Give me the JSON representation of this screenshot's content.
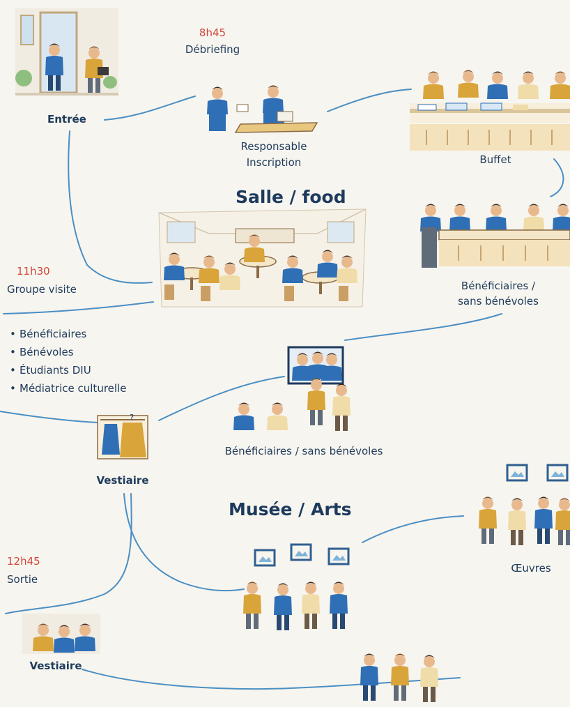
{
  "nodes": {
    "entree": "Entrée",
    "debriefing_time": "8h45",
    "debriefing": "Débriefing",
    "responsable_line1": "Responsable",
    "responsable_line2": "Inscription",
    "buffet": "Buffet",
    "salle_food": "Salle / food",
    "beneficiaires_line1": "Bénéficiaires /",
    "beneficiaires_line2": "sans bénévoles",
    "groupe_time": "11h30",
    "groupe": "Groupe visite",
    "groupe_members": [
      "Bénéficiaires",
      "Bénévoles",
      "Étudiants DIU",
      "Médiatrice culturelle"
    ],
    "beneficiaires_center": "Bénéficiaires / sans bénévoles",
    "vestiaire_1": "Vestiaire",
    "musee_arts": "Musée / Arts",
    "oeuvres": "Œuvres",
    "sortie_time": "12h45",
    "sortie": "Sortie",
    "vestiaire_2": "Vestiaire"
  },
  "colors": {
    "background": "#f7f5ef",
    "connector": "#4a8fc4",
    "time_red": "#d2443a",
    "navy_text": "#1d3a5e",
    "shirt_blue": "#2f6fb5",
    "shirt_ochre": "#d9a43a",
    "skin": "#e9b98e",
    "hair_dark": "#3a2a22"
  },
  "icons": [
    "door-illustration",
    "registration-desk-illustration",
    "buffet-illustration",
    "dining-hall-illustration",
    "table-group-illustration",
    "screen-audience-illustration",
    "coat-rack-illustration",
    "gallery-visitors-illustration",
    "artworks-illustration",
    "walking-group-illustration"
  ]
}
